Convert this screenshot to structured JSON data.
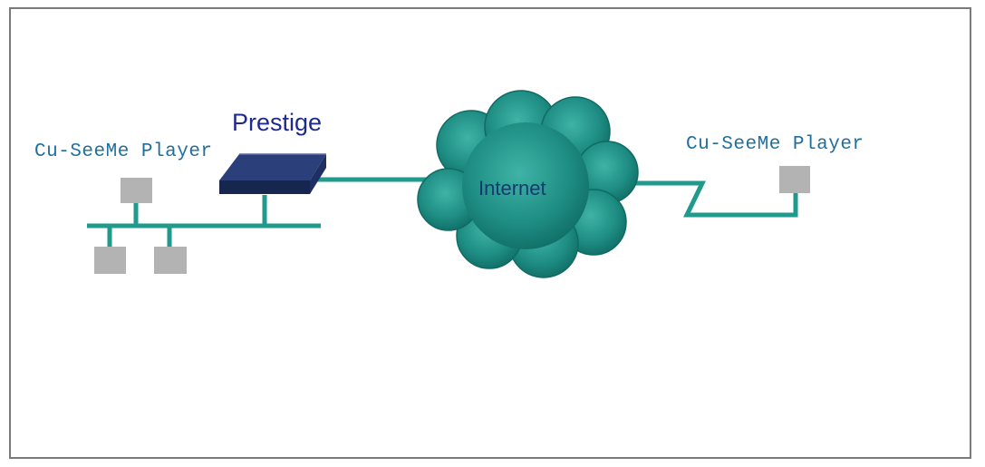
{
  "labels": {
    "left_player": "Cu-SeeMe Player",
    "right_player": "Cu-SeeMe Player",
    "router": "Prestige",
    "cloud": "Internet"
  },
  "colors": {
    "line": "#1f9a8c",
    "terminal": "#b3b3b3",
    "router_top": "#2b3f7a",
    "router_front": "#1a2a5a",
    "cloud_fill": "#1f8e84",
    "cloud_edge": "#0f6b63",
    "frame": "#7a7a7a"
  },
  "icons": {
    "router": "router-icon",
    "cloud": "cloud-icon",
    "terminal": "terminal-icon"
  }
}
